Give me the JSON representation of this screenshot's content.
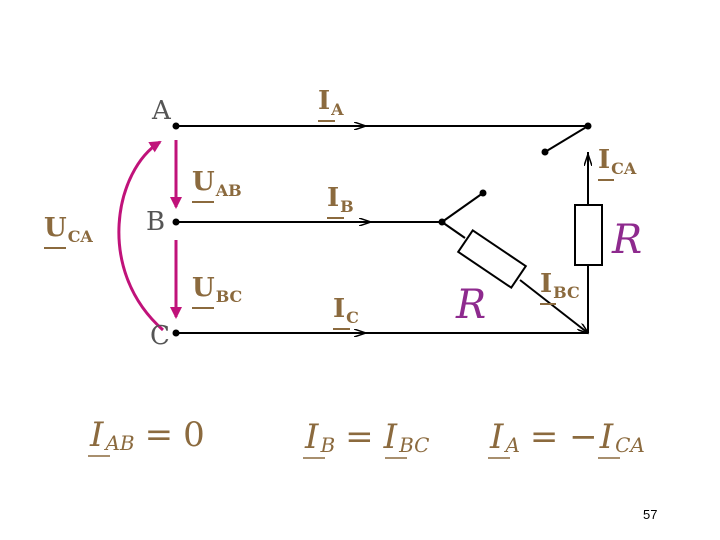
{
  "nodes": {
    "a": "A",
    "b": "B",
    "c": "C"
  },
  "currents": {
    "ia": {
      "main": "I",
      "sub": "A"
    },
    "ib": {
      "main": "I",
      "sub": "B"
    },
    "ic": {
      "main": "I",
      "sub": "C"
    },
    "ica": {
      "main": "I",
      "sub": "CA"
    },
    "ibc": {
      "main": "I",
      "sub": "BC"
    }
  },
  "voltages": {
    "uab": {
      "main": "U",
      "sub": "AB"
    },
    "ubc": {
      "main": "U",
      "sub": "BC"
    },
    "uca": {
      "main": "U",
      "sub": "CA"
    }
  },
  "resistors": {
    "r1": "R",
    "r2": "R"
  },
  "formulas": {
    "f1": {
      "lhs_main": "I",
      "lhs_sub": "AB",
      "eq": "=",
      "rhs": "0"
    },
    "f2": {
      "lhs_main": "I",
      "lhs_sub": "B",
      "eq": "=",
      "rhs_main": "I",
      "rhs_sub": "BC"
    },
    "f3": {
      "lhs_main": "I",
      "lhs_sub": "A",
      "eq": "= −",
      "rhs_main": "I",
      "rhs_sub": "CA"
    }
  },
  "page_number": "57",
  "colors": {
    "wire": "#000000",
    "quantity": "#8B6A3E",
    "arrow": "#C0127A",
    "resistor_label": "#8E2A8E",
    "node": "#555555"
  }
}
